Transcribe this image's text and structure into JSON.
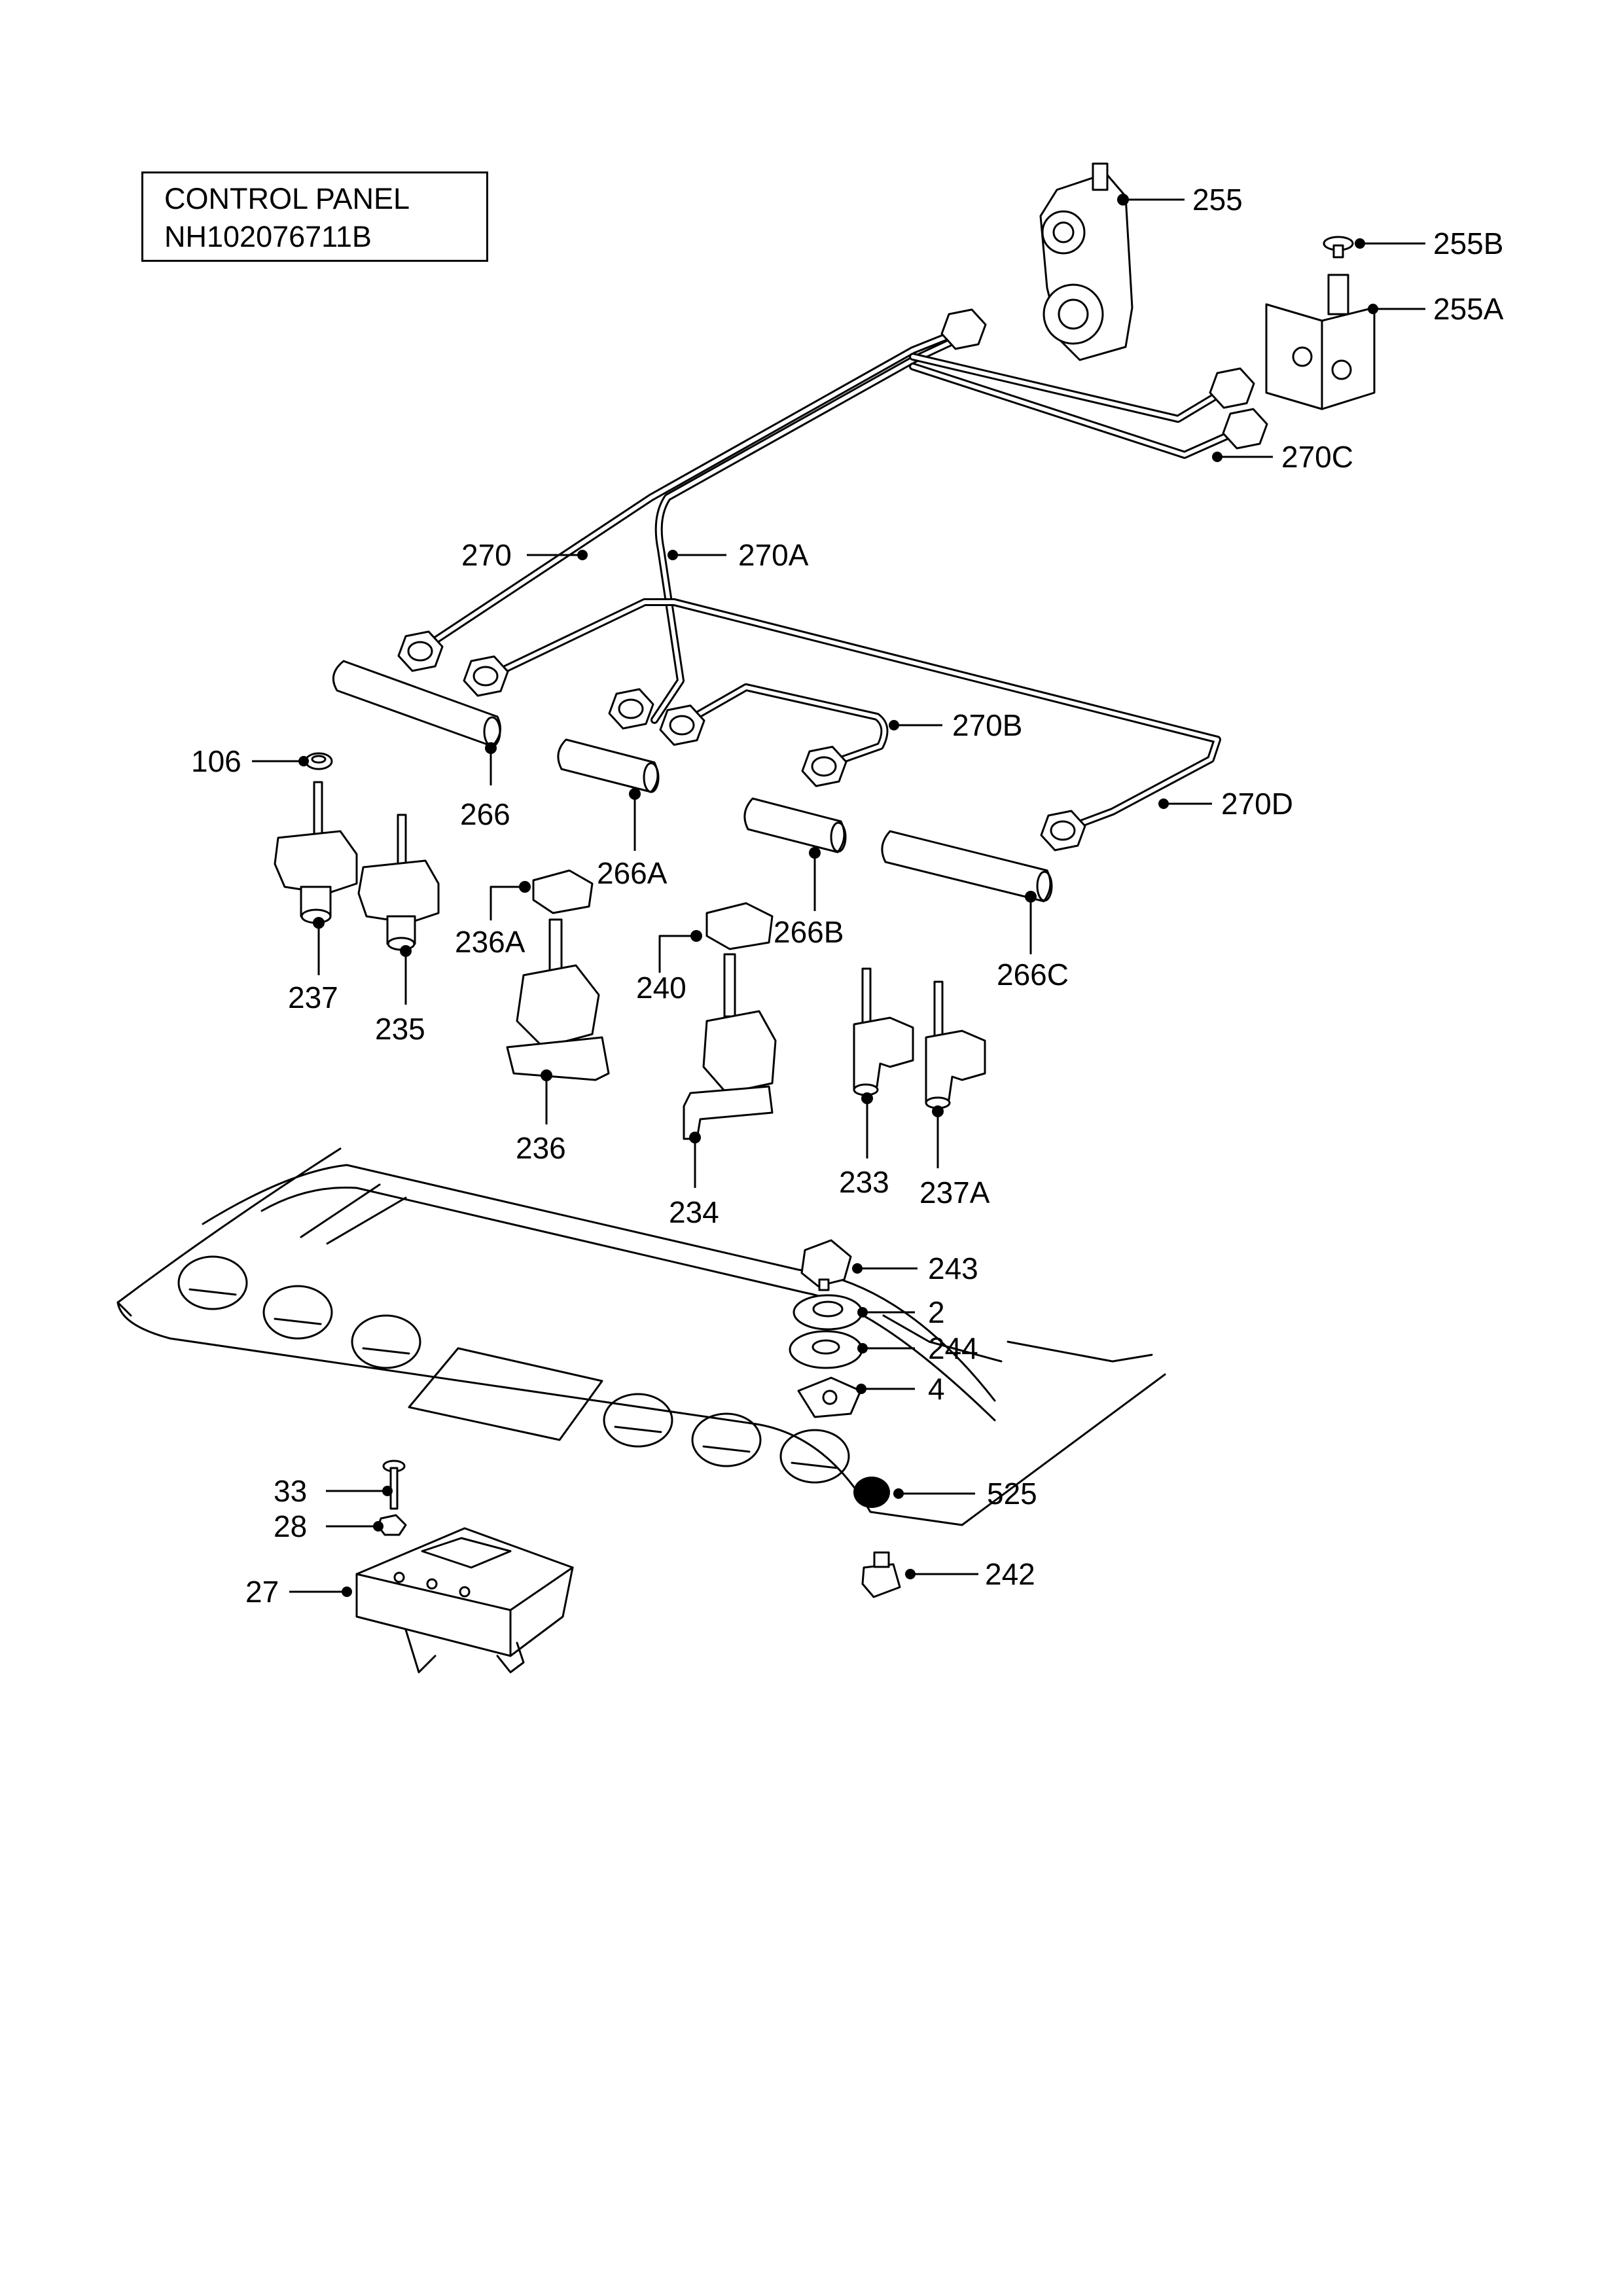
{
  "title": {
    "line1": "CONTROL PANEL",
    "line2": "NH102076711B"
  },
  "parts": [
    {
      "id": "p255",
      "label": "255"
    },
    {
      "id": "p255B",
      "label": "255B"
    },
    {
      "id": "p255A",
      "label": "255A"
    },
    {
      "id": "p270C",
      "label": "270C"
    },
    {
      "id": "p270",
      "label": "270"
    },
    {
      "id": "p270A",
      "label": "270A"
    },
    {
      "id": "p270B",
      "label": "270B"
    },
    {
      "id": "p270D",
      "label": "270D"
    },
    {
      "id": "p106",
      "label": "106"
    },
    {
      "id": "p266",
      "label": "266"
    },
    {
      "id": "p266A",
      "label": "266A"
    },
    {
      "id": "p266B",
      "label": "266B"
    },
    {
      "id": "p266C",
      "label": "266C"
    },
    {
      "id": "p236A",
      "label": "236A"
    },
    {
      "id": "p240",
      "label": "240"
    },
    {
      "id": "p237",
      "label": "237"
    },
    {
      "id": "p235",
      "label": "235"
    },
    {
      "id": "p236",
      "label": "236"
    },
    {
      "id": "p234",
      "label": "234"
    },
    {
      "id": "p233",
      "label": "233"
    },
    {
      "id": "p237A",
      "label": "237A"
    },
    {
      "id": "p243",
      "label": "243"
    },
    {
      "id": "p2",
      "label": "2"
    },
    {
      "id": "p244",
      "label": "244"
    },
    {
      "id": "p4",
      "label": "4"
    },
    {
      "id": "p525",
      "label": "525"
    },
    {
      "id": "p242",
      "label": "242"
    },
    {
      "id": "p33",
      "label": "33"
    },
    {
      "id": "p28",
      "label": "28"
    },
    {
      "id": "p27",
      "label": "27"
    }
  ]
}
